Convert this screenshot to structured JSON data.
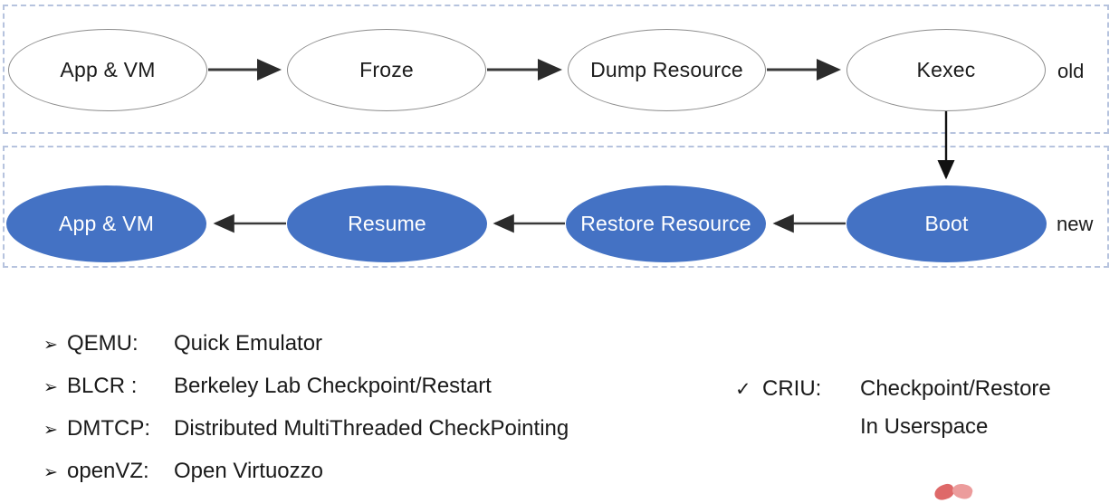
{
  "diagram": {
    "groups": [
      {
        "name": "old",
        "side_label": "old"
      },
      {
        "name": "new",
        "side_label": "new"
      }
    ],
    "old_row": {
      "nodes": [
        {
          "id": "app-vm-old",
          "label": "App & VM"
        },
        {
          "id": "froze",
          "label": "Froze"
        },
        {
          "id": "dump-resource",
          "label": "Dump Resource"
        },
        {
          "id": "kexec",
          "label": "Kexec"
        }
      ],
      "flow_direction": "left-to-right"
    },
    "new_row": {
      "nodes": [
        {
          "id": "app-vm-new",
          "label": "App & VM"
        },
        {
          "id": "resume",
          "label": "Resume"
        },
        {
          "id": "restore-resource",
          "label": "Restore Resource"
        },
        {
          "id": "boot",
          "label": "Boot"
        }
      ],
      "flow_direction": "right-to-left"
    },
    "colors": {
      "node_fill_new": "#4472C4",
      "node_fill_old": "#FFFFFF",
      "node_stroke_old": "#8D8D8D",
      "node_text_new": "#FFFFFF",
      "node_text_old": "#1C1C1C",
      "connector": "#333333",
      "group_border": "#B6C3DE"
    }
  },
  "legend_left": {
    "bullet_glyph": "➢",
    "items": [
      {
        "term": "QEMU:",
        "desc": "Quick Emulator"
      },
      {
        "term": "BLCR :",
        "desc": "Berkeley Lab Checkpoint/Restart"
      },
      {
        "term": "DMTCP:",
        "desc": "Distributed MultiThreaded CheckPointing"
      },
      {
        "term": "openVZ:",
        "desc": "Open Virtuozzo"
      }
    ]
  },
  "legend_right": {
    "check_glyph": "✓",
    "term": "CRIU:",
    "desc": "Checkpoint/Restore",
    "desc_line2": "In Userspace"
  }
}
